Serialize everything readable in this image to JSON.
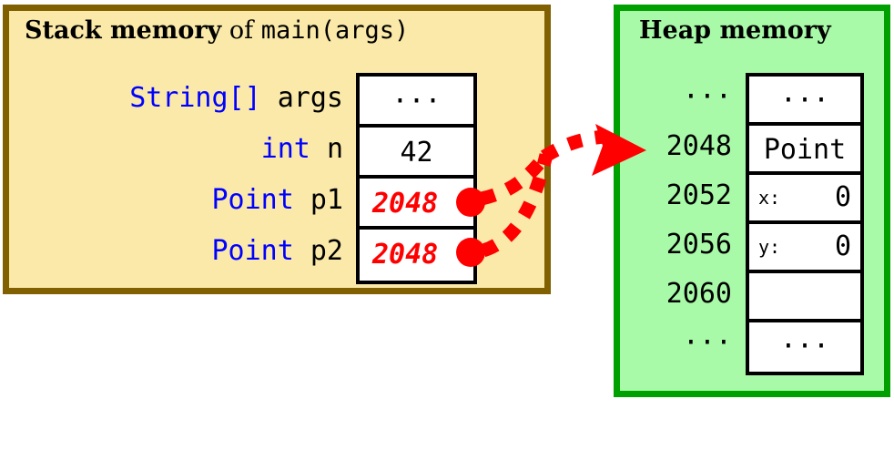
{
  "stack": {
    "title_bold": "Stack memory",
    "title_mid": " of ",
    "title_mono": "main(args)",
    "slots": [
      {
        "type": "String[]",
        "name": "args",
        "value": "···",
        "kind": "dots"
      },
      {
        "type": "int",
        "name": "n",
        "value": "42",
        "kind": "number"
      },
      {
        "type": "Point",
        "name": "p1",
        "value": "2048",
        "kind": "pointer"
      },
      {
        "type": "Point",
        "name": "p2",
        "value": "2048",
        "kind": "pointer"
      }
    ]
  },
  "heap": {
    "title": "Heap memory",
    "addresses": [
      "···",
      "2048",
      "2052",
      "2056",
      "2060",
      "···"
    ],
    "cells": [
      {
        "text": "···",
        "kind": "dots"
      },
      {
        "text": "Point",
        "kind": "type"
      },
      {
        "field": "x:",
        "value": "0",
        "kind": "field"
      },
      {
        "field": "y:",
        "value": "0",
        "kind": "field"
      },
      {
        "text": "",
        "kind": "blank"
      },
      {
        "text": "···",
        "kind": "dots"
      }
    ]
  },
  "arrows": {
    "label": "p1-and-p2-point-to-2048",
    "count": 2,
    "target_address": "2048"
  },
  "colors": {
    "stack_fill": "#fae9a8",
    "stack_border": "#806000",
    "heap_fill": "#a8faa8",
    "heap_border": "#00a000",
    "keyword_blue": "#0000ff",
    "pointer_red": "#ff0000",
    "cell_border": "#000000",
    "cell_fill": "#ffffff"
  }
}
